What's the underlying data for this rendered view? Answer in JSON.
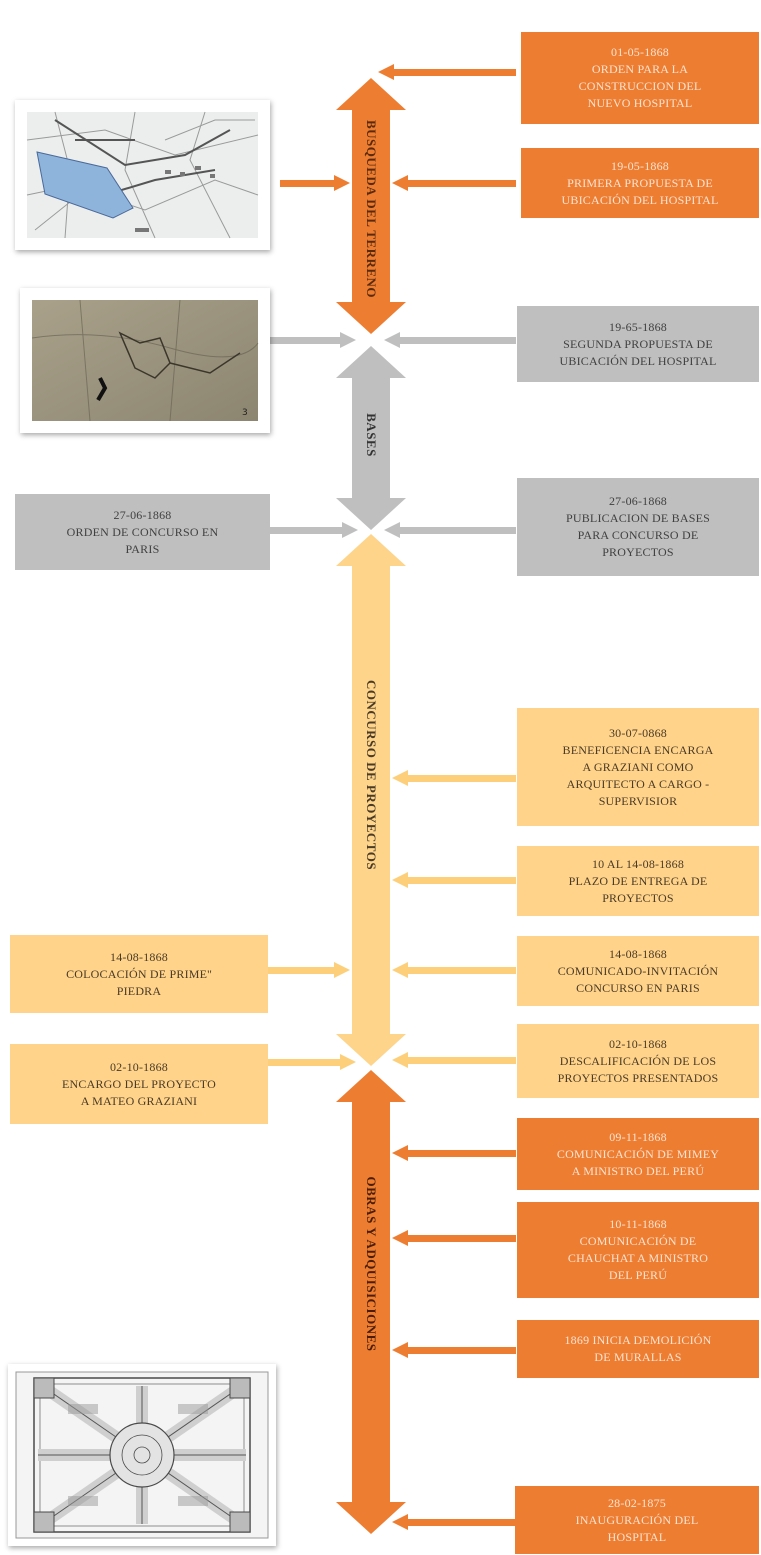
{
  "colors": {
    "orange": "#ed7d31",
    "gray": "#bfbfbf",
    "light": "#ffd38a",
    "lightArrow": "#fdcf7a"
  },
  "phases": {
    "busqueda": "BUSQUEDA DEL TERRENO",
    "bases": "BASES",
    "concurso": "CONCURSO DE PROYECTOS",
    "obras": "OBRAS Y ADQUISICIONES"
  },
  "events": {
    "e01": "01-05-1868\nORDEN PARA LA\nCONSTRUCCION DEL\nNUEVO HOSPITAL",
    "e02": "19-05-1868\nPRIMERA PROPUESTA DE\nUBICACIÓN DEL HOSPITAL",
    "e03": "19-65-1868\nSEGUNDA PROPUESTA DE\nUBICACIÓN DEL HOSPITAL",
    "e04": "27-06-1868\nORDEN DE CONCURSO EN\nPARIS",
    "e05": "27-06-1868\nPUBLICACION DE BASES\nPARA CONCURSO DE\nPROYECTOS",
    "e06": "30-07-0868\nBENEFICENCIA ENCARGA\nA GRAZIANI COMO\nARQUITECTO A CARGO -\nSUPERVISIOR",
    "e07": "10 AL 14-08-1868\nPLAZO DE ENTREGA DE\nPROYECTOS",
    "e08": "14-08-1868\nCOLOCACIÓN DE PRIME''\nPIEDRA",
    "e09": "14-08-1868\nCOMUNICADO-INVITACIÓN\nCONCURSO EN PARIS",
    "e10": "02-10-1868\nENCARGO DEL PROYECTO\nA MATEO GRAZIANI",
    "e11": "02-10-1868\nDESCALIFICACIÓN DE LOS\nPROYECTOS PRESENTADOS",
    "e12": "09-11-1868\nCOMUNICACIÓN DE MIMEY\nA MINISTRO DEL PERÚ",
    "e13": "10-11-1868\nCOMUNICACIÓN DE\nCHAUCHAT A MINISTRO\nDEL PERÚ",
    "e14": "1869 INICIA DEMOLICIÓN\nDE MURALLAS",
    "e15": "28-02-1875\nINAUGURACIÓN DEL\nHOSPITAL"
  }
}
